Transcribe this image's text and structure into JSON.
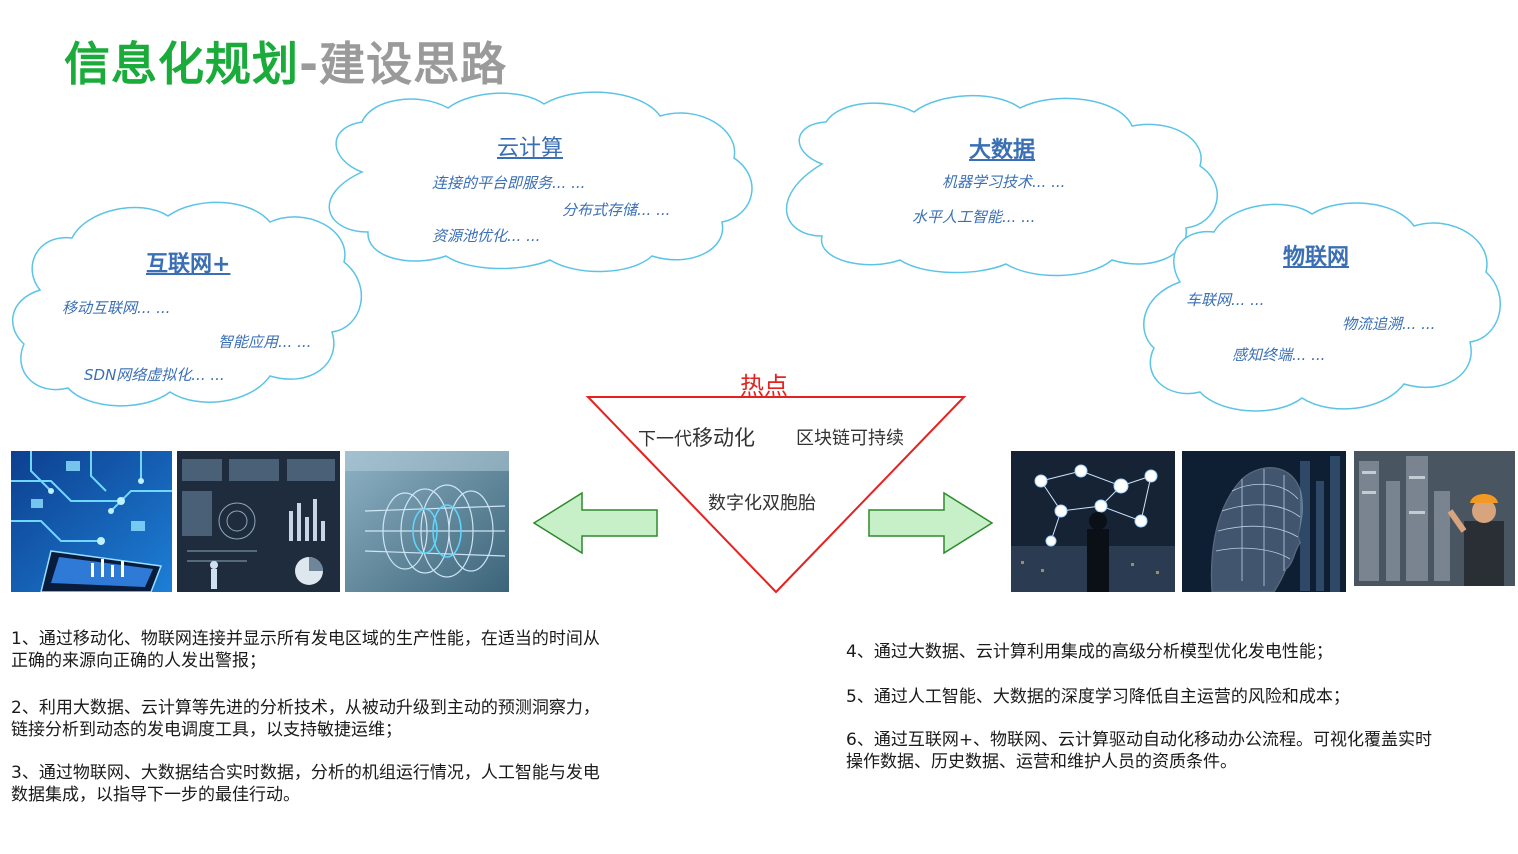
{
  "title": {
    "part1": "信息化规划",
    "part2": "-建设思路"
  },
  "clouds": {
    "internet": {
      "title": "互联网+",
      "items": [
        "移动互联网... ...",
        "智能应用... ...",
        "SDN网络虚拟化... ..."
      ]
    },
    "cloud": {
      "title": "云计算",
      "items": [
        "连接的平台即服务... ...",
        "分布式存储... ...",
        "资源池优化... ..."
      ]
    },
    "bigdata": {
      "title": "大数据",
      "items": [
        "机器学习技术... ...",
        "水平人工智能... ..."
      ]
    },
    "iot": {
      "title": "物联网",
      "items": [
        "车联网... ...",
        "物流追溯... ...",
        "感知终端... ..."
      ]
    }
  },
  "hotspot": {
    "label": "热点",
    "item1_prefix": "下一代",
    "item1_main": "移动化",
    "item2": "区块链可持续",
    "item3": "数字化双胞胎"
  },
  "colors": {
    "title_green": "#1aab3b",
    "title_gray": "#9a9a9a",
    "cloud_text": "#3a6fb5",
    "cloud_border": "#5bc4e6",
    "triangle": "#e5221f",
    "arrow_fill": "#c8f0c8",
    "arrow_stroke": "#2d8a2d"
  },
  "left_paragraphs": [
    [
      "1、通过移动化、物联网连接并显示所有发电区域的生产性能，在适当的时间从",
      "正确的来源向正确的人发出警报；"
    ],
    [
      "2、利用大数据、云计算等先进的分析技术，从被动升级到主动的预测洞察力，",
      "链接分析到动态的发电调度工具，以支持敏捷运维；"
    ],
    [
      "3、通过物联网、大数据结合实时数据，分析的机组运行情况，人工智能与发电",
      "数据集成，以指导下一步的最佳行动。"
    ]
  ],
  "right_paragraphs": [
    [
      "4、通过大数据、云计算利用集成的高级分析模型优化发电性能；"
    ],
    [
      "5、通过人工智能、大数据的深度学习降低自主运营的风险和成本；"
    ],
    [
      "6、通过互联网+、物联网、云计算驱动自动化移动办公流程。可视化覆盖实时",
      "操作数据、历史数据、运营和维护人员的资质条件。"
    ]
  ]
}
